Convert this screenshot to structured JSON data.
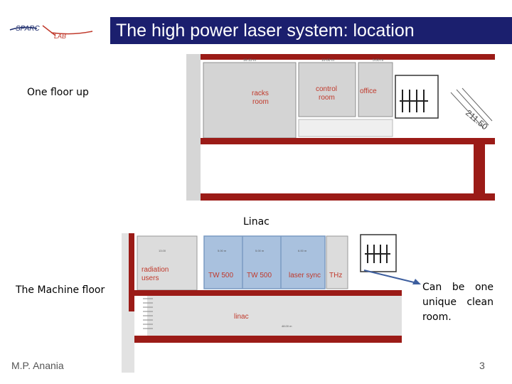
{
  "logo": {
    "top_text": "SPARC",
    "bottom_text": "LAB"
  },
  "title": "The high power laser system: location",
  "labels": {
    "upper_floor": "One floor up",
    "linac_top": "Linac",
    "machine_floor": "The Machine floor",
    "clean_room_note": "Can be one unique clean room."
  },
  "upper_plan": {
    "rooms": {
      "racks": [
        "racks",
        "room"
      ],
      "control": [
        "control",
        "room"
      ],
      "office": "office"
    },
    "dimensions": [
      "16.15 m",
      "10.00 m",
      "5.00 m"
    ],
    "stair_label": "211.50"
  },
  "lower_plan": {
    "rooms": {
      "radiation": [
        "radiation",
        "users"
      ],
      "tw1": "TW 500",
      "tw2": "TW 500",
      "laser_sync": "laser sync",
      "thz": "THz",
      "linac": "linac"
    },
    "dimensions": [
      "13.00",
      "5.00 m",
      "5.00 m",
      "6.00 m",
      "48.00 m"
    ]
  },
  "colors": {
    "wall": "#9b1b17",
    "room_label": "#c0392b",
    "highlight": "#a9c1de",
    "arrow": "#3d5e9e",
    "title_bg": "#1b1f6e"
  },
  "footer": {
    "author": "M.P. Anania",
    "page": "3"
  }
}
